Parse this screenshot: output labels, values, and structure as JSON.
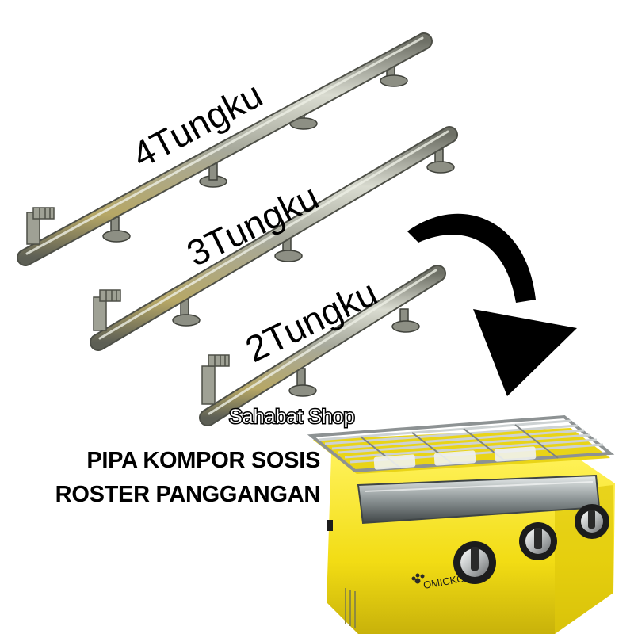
{
  "labels": {
    "pipe_4": "4Tungku",
    "pipe_3": "3Tungku",
    "pipe_2": "2Tungku"
  },
  "watermark": "Sahabat Shop",
  "headline": {
    "line1": "PIPA KOMPOR SOSIS",
    "line2": "ROSTER PANGGANGAN"
  },
  "grill_brand": "OMICKO",
  "colors": {
    "background": "#ffffff",
    "pipe_steel": "#9a9c8f",
    "grill_yellow": "#f4e11e",
    "arrow": "#000000",
    "knob_black": "#1c1c1c"
  },
  "icons": {
    "arrow": "curved-arrow-down-icon",
    "grill": "bbq-grill-roaster-icon"
  }
}
